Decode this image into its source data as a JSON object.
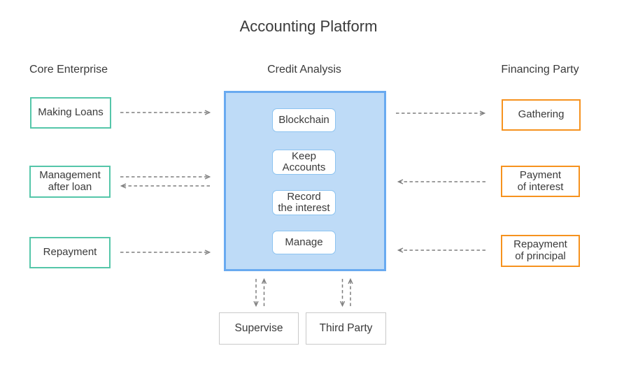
{
  "title": "Accounting Platform",
  "columns": {
    "core_enterprise": {
      "header": "Core Enterprise",
      "boxes": [
        {
          "label": "Making Loans"
        },
        {
          "label": "Management\nafter loan"
        },
        {
          "label": "Repayment"
        }
      ]
    },
    "credit_analysis": {
      "header": "Credit Analysis",
      "platform_boxes": [
        {
          "label": "Blockchain"
        },
        {
          "label": "Keep\nAccounts"
        },
        {
          "label": "Record\nthe interest"
        },
        {
          "label": "Manage"
        }
      ]
    },
    "financing_party": {
      "header": "Financing Party",
      "boxes": [
        {
          "label": "Gathering"
        },
        {
          "label": "Payment\nof interest"
        },
        {
          "label": "Repayment\nof principal"
        }
      ]
    }
  },
  "bottom_boxes": [
    {
      "label": "Supervise"
    },
    {
      "label": "Third Party"
    }
  ],
  "connections": [
    {
      "from": "Making Loans",
      "to": "Credit Analysis platform",
      "direction": "right"
    },
    {
      "from": "Management after loan",
      "to": "Credit Analysis platform",
      "direction": "both"
    },
    {
      "from": "Repayment",
      "to": "Credit Analysis platform",
      "direction": "right"
    },
    {
      "from": "Credit Analysis platform",
      "to": "Gathering",
      "direction": "right"
    },
    {
      "from": "Payment of interest",
      "to": "Credit Analysis platform",
      "direction": "left"
    },
    {
      "from": "Repayment of principal",
      "to": "Credit Analysis platform",
      "direction": "left"
    },
    {
      "from": "Credit Analysis platform",
      "to": "Supervise",
      "direction": "both"
    },
    {
      "from": "Credit Analysis platform",
      "to": "Third Party",
      "direction": "both"
    }
  ],
  "colors": {
    "teal_border": "#55C6A9",
    "orange_border": "#F6921E",
    "platform_fill": "#BEDBF7",
    "platform_border": "#69AAF0",
    "inner_box_border": "#8CC3F0",
    "gray_border": "#C9C9C9",
    "arrow": "#7E7E7E",
    "text": "#3A3A3A",
    "canvas_bg": "#FFFFFF"
  }
}
